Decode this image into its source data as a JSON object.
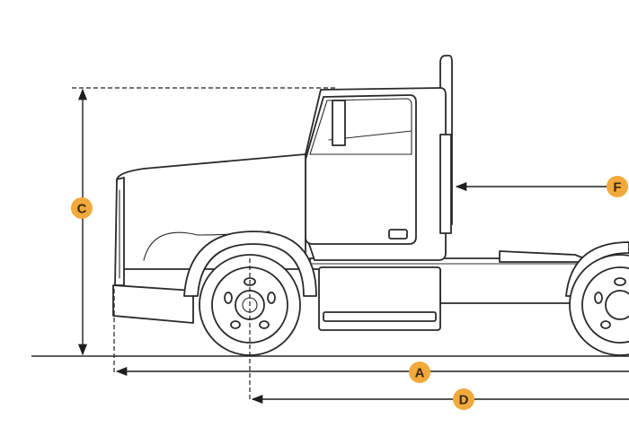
{
  "labels": {
    "a": "A",
    "c": "C",
    "d": "D",
    "f": "F"
  },
  "colors": {
    "badge": "#f2a93b",
    "line": "#2a2a2a"
  }
}
